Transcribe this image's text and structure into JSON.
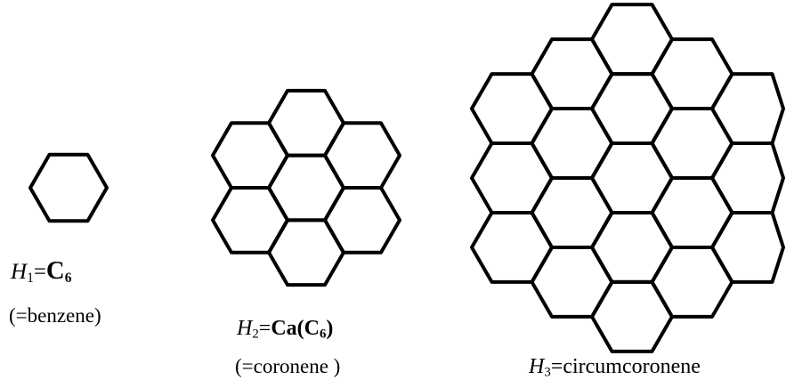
{
  "diagrams": [
    {
      "symbol": "H",
      "index": "1",
      "equals": "=",
      "formula_main": "C",
      "formula_sub": "6",
      "formula_close": "",
      "caption": "(=benzene)",
      "hexagon_count": 1
    },
    {
      "symbol": "H",
      "index": "2",
      "equals": "=",
      "formula_main": "Ca(C",
      "formula_sub": "6",
      "formula_close": ")",
      "caption": "(=coronene )",
      "hexagon_count": 7
    },
    {
      "symbol": "H",
      "index": "3",
      "equals": "=",
      "name": "circumcoronene",
      "hexagon_count": 19
    }
  ],
  "colors": {
    "stroke": "#000000",
    "background": "#ffffff"
  }
}
